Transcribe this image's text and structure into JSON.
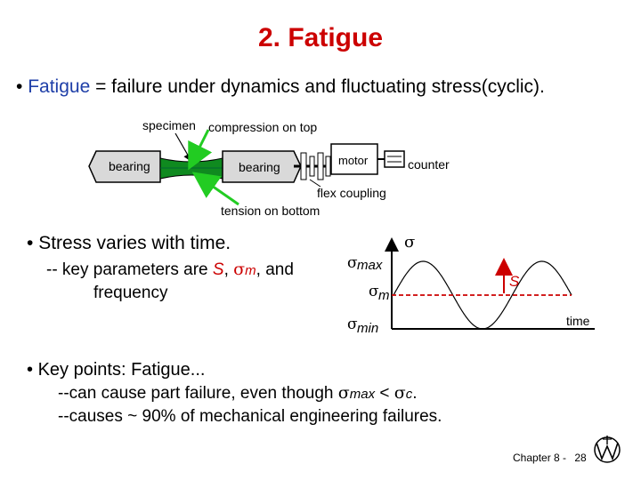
{
  "title": "2. Fatigue",
  "intro": {
    "bullet": "•",
    "term": "Fatigue",
    "definition": " = failure under dynamics and fluctuating stress(cyclic)."
  },
  "apparatus": {
    "specimen": "specimen",
    "compression": "compression on top",
    "bearing_left": "bearing",
    "bearing_right": "bearing",
    "motor": "motor",
    "counter": "counter",
    "flex_coupling": "flex coupling",
    "tension": "tension on bottom"
  },
  "stress": {
    "bullet": "•",
    "heading": "Stress varies with time.",
    "params_prefix": "-- key parameters are ",
    "param_s": "S",
    "comma1": ", ",
    "sigma_symbol": "σ",
    "param_m_sub": "m",
    "params_suffix": ", and",
    "frequency": "frequency"
  },
  "plot": {
    "sigma_axis": "σ",
    "sigma_max_symbol": "σ",
    "sigma_max_sub": "max",
    "sigma_m_symbol": "σ",
    "sigma_m_sub": "m",
    "sigma_min_symbol": "σ",
    "sigma_min_sub": "min",
    "s_label": "S",
    "time_label": "time",
    "colors": {
      "curve": "#000000",
      "mean_line": "#cc0000",
      "s_arrow": "#cc0000"
    }
  },
  "key_points": {
    "bullet": "•",
    "heading": "Key points:  Fatigue...",
    "line1_prefix": "--can cause part failure, even though ",
    "line1_sigma": "σ",
    "line1_max": "max",
    "line1_lt": " < ",
    "line1_sigma2": "σ",
    "line1_c": "c",
    "line1_end": ".",
    "line2": "--causes ~ 90% of mechanical engineering failures."
  },
  "footer": {
    "chapter": "Chapter 8 -",
    "page": "28",
    "logo_icon": "wiley-logo-icon"
  },
  "colors": {
    "title": "#cc0000",
    "accent_blue": "#1f3fa8",
    "specimen_green": "#0f8a1f",
    "arrow_green": "#22cc22"
  }
}
